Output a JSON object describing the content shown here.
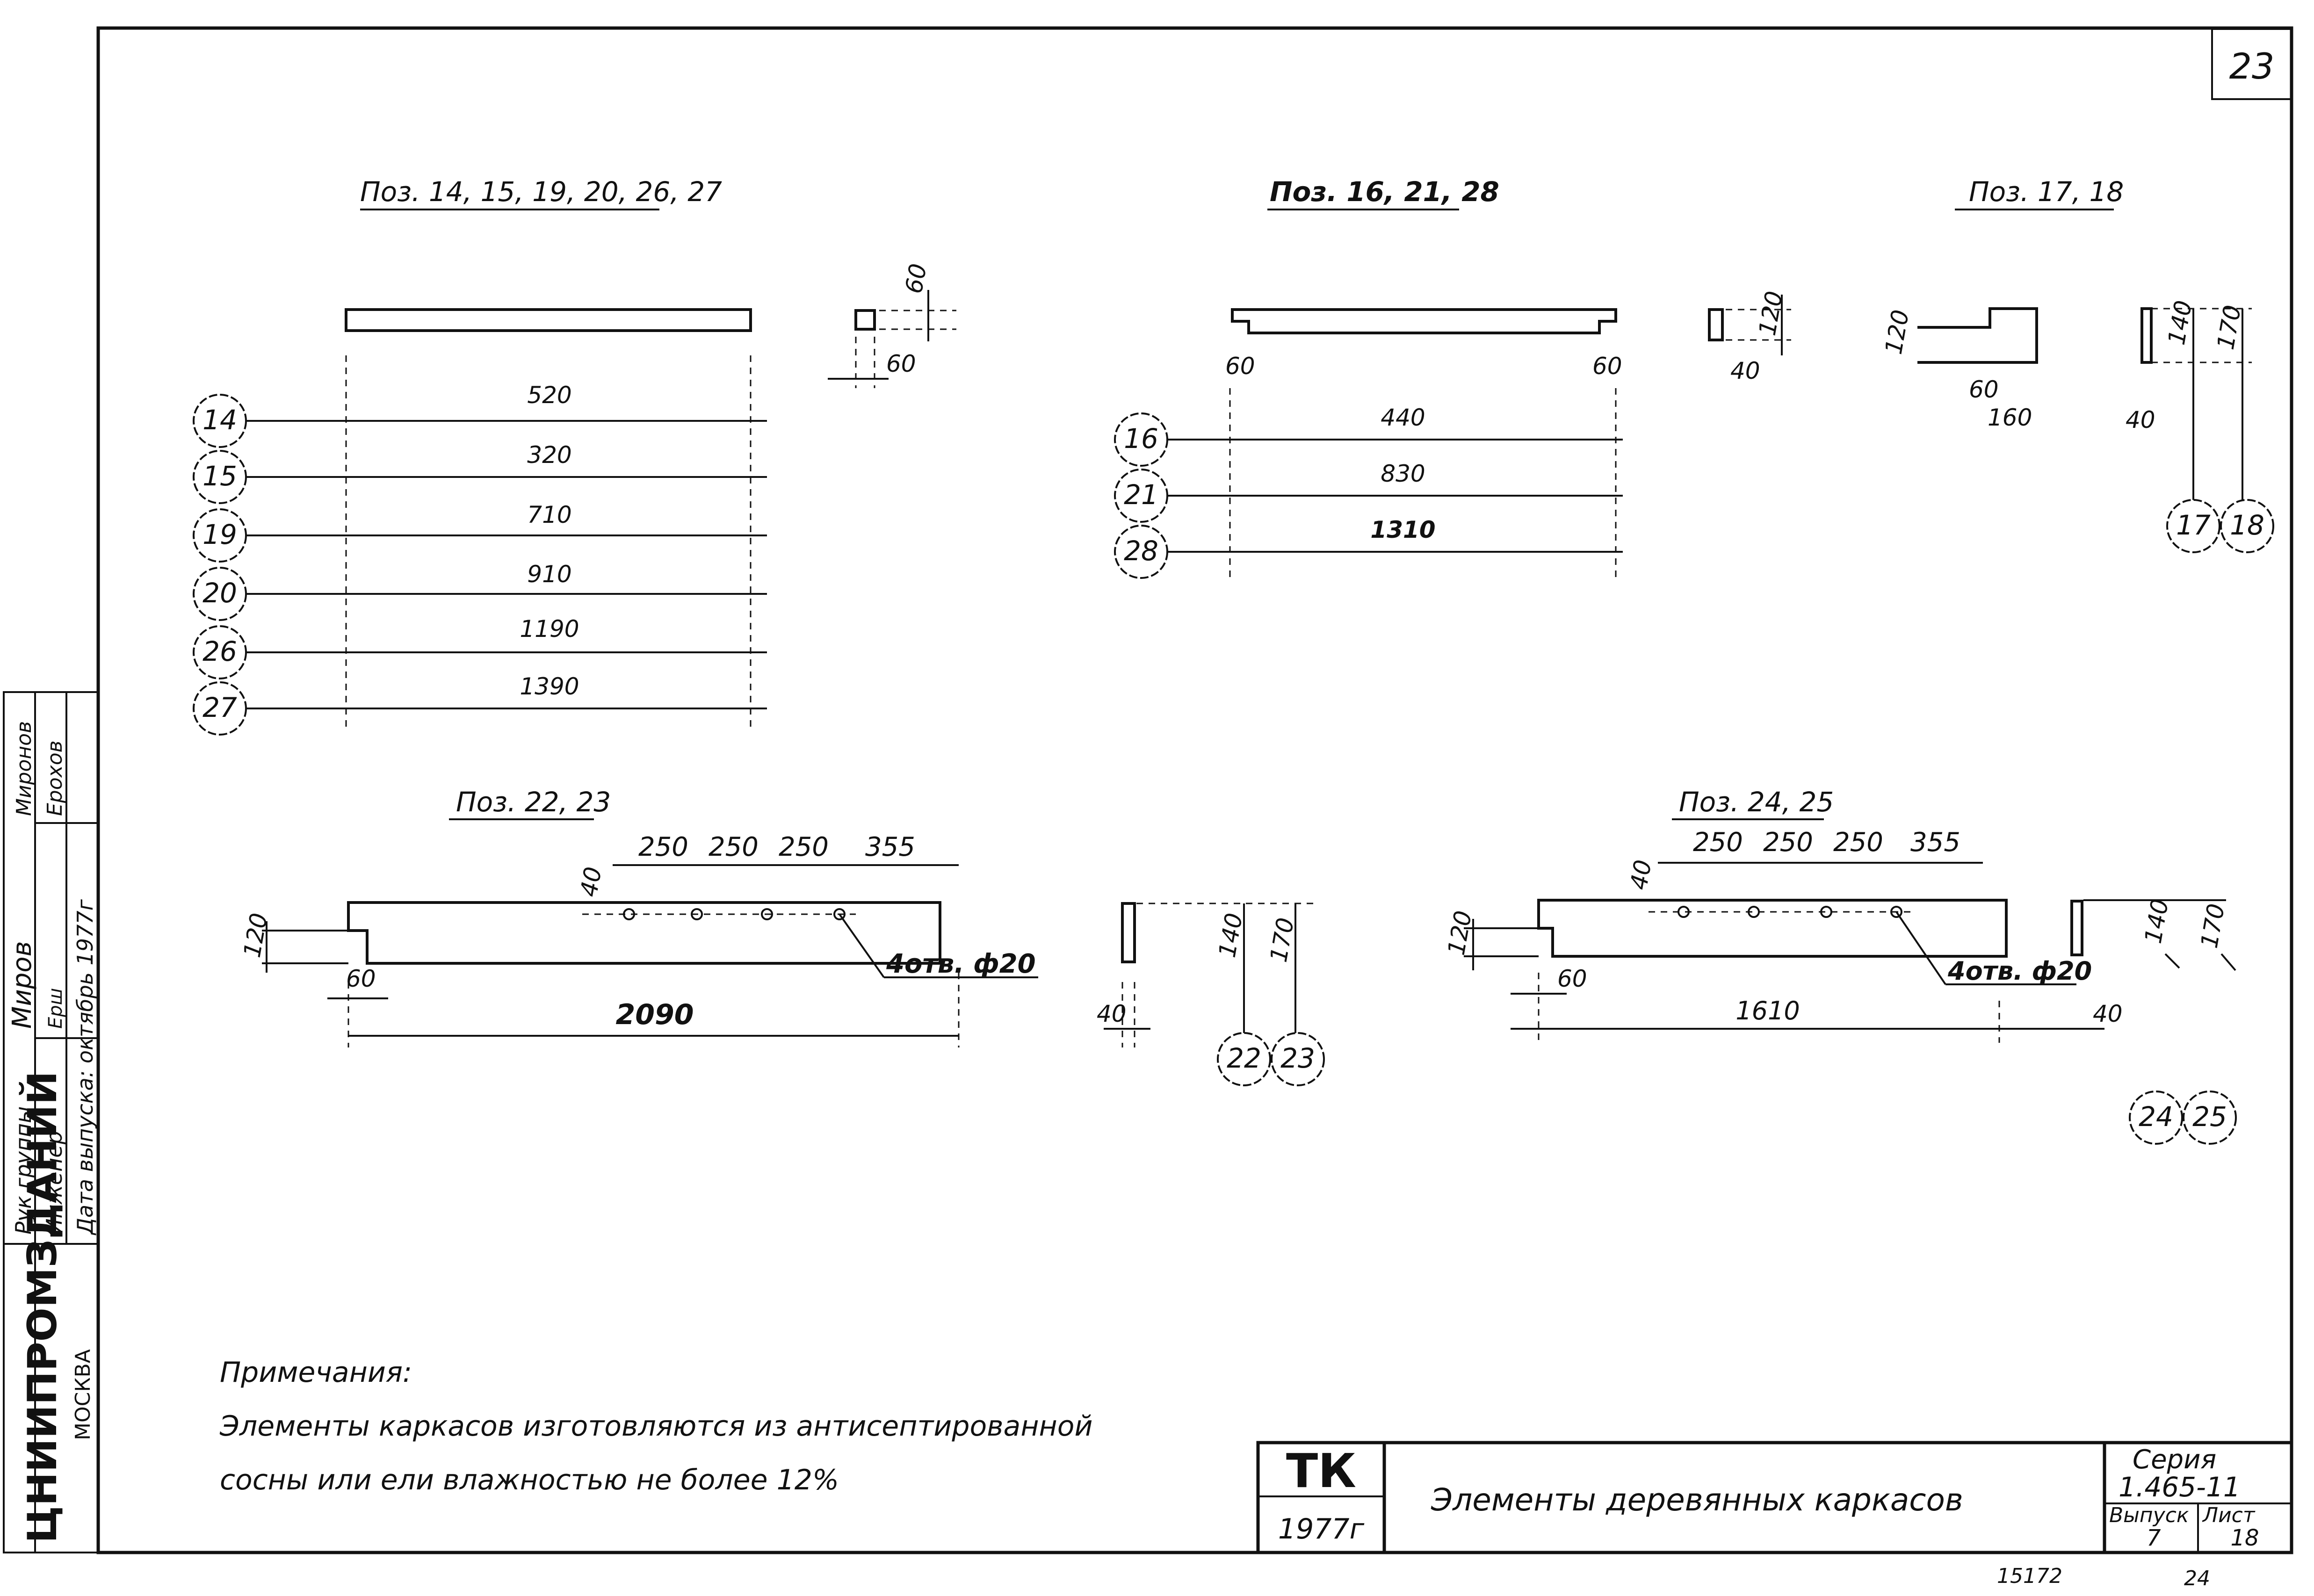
{
  "sheet": {
    "number": "23"
  },
  "side_stamp": {
    "org": "ЦНИИПРОМЗДАНИЙ",
    "city": "МОСКВА",
    "rows": [
      {
        "role": "Рук группы",
        "sign": "Миров",
        "name": "Миронов"
      },
      {
        "role": "Инженер",
        "sign": "Ерш",
        "name": "Ерохов"
      },
      {
        "role": "Дата выпуска: октябрь 1977г",
        "sign": "",
        "name": ""
      }
    ]
  },
  "groups": {
    "g1": {
      "caption": "Поз. 14, 15, 19, 20, 26, 27",
      "section": {
        "h": "60",
        "w": "60"
      },
      "rows": [
        {
          "pos": "14",
          "len": "520"
        },
        {
          "pos": "15",
          "len": "320"
        },
        {
          "pos": "19",
          "len": "710"
        },
        {
          "pos": "20",
          "len": "910"
        },
        {
          "pos": "26",
          "len": "1190"
        },
        {
          "pos": "27",
          "len": "1390"
        }
      ]
    },
    "g2": {
      "caption": "Поз. 16, 21, 28",
      "end_left": "60",
      "end_right": "60",
      "section": {
        "h": "120",
        "w": "40"
      },
      "rows": [
        {
          "pos": "16",
          "len": "440"
        },
        {
          "pos": "21",
          "len": "830"
        },
        {
          "pos": "28",
          "len": "1310"
        }
      ]
    },
    "g3": {
      "caption": "Поз. 17, 18",
      "h": "120",
      "d1": "60",
      "d2": "160",
      "sec_w": "40",
      "sec_h1": "140",
      "sec_h2": "170",
      "pos": [
        "17",
        "18"
      ]
    },
    "g4": {
      "caption": "Поз. 22, 23",
      "spacing": [
        "250",
        "250",
        "250",
        "355"
      ],
      "top_offset": "40",
      "notch_h": "120",
      "notch_w": "60",
      "length": "2090",
      "holes": "4отв. ф20",
      "sec_w": "40",
      "sec_h1": "140",
      "sec_h2": "170",
      "pos": [
        "22",
        "23"
      ]
    },
    "g5": {
      "caption": "Поз. 24, 25",
      "spacing": [
        "250",
        "250",
        "250",
        "355"
      ],
      "top_offset": "40",
      "notch_h": "120",
      "notch_w": "60",
      "length": "1610",
      "holes": "4отв. ф20",
      "sec_w": "40",
      "sec_h1": "140",
      "sec_h2": "170",
      "pos": [
        "24",
        "25"
      ]
    }
  },
  "notes": {
    "title": "Примечания:",
    "line1": "Элементы каркасов изготовляются из антисептированной",
    "line2": "сосны или ели влажностью не более 12%"
  },
  "title_block": {
    "tk": "ТК",
    "year": "1977г",
    "title": "Элементы деревянных каркасов",
    "series_label": "Серия",
    "series_value": "1.465-11",
    "issue_label": "Выпуск",
    "issue_value": "7",
    "sheet_label": "Лист",
    "sheet_value": "18"
  },
  "footer": {
    "left": "15172",
    "right": "24"
  }
}
